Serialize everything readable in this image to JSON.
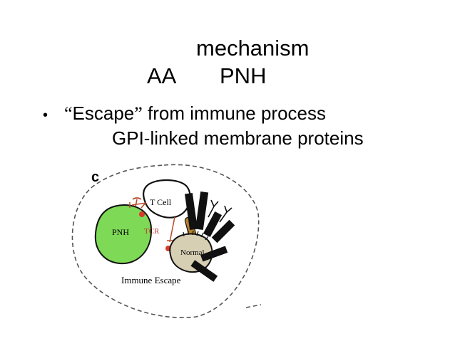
{
  "slide": {
    "title_line1": "mechanism",
    "title_line2_left": "AA",
    "title_line2_right": "PNH",
    "bullet_quote_open": "“",
    "bullet_word": "Escape",
    "bullet_quote_close": "”",
    "bullet_rest": " from immune process",
    "bullet_sub": "GPI-linked membrane proteins"
  },
  "figure": {
    "panel_label": "c",
    "t_cell_label": "T Cell",
    "pnh_label": "PNH",
    "tcr_label": "TCR",
    "normal_label": "Normal",
    "caption": "Immune Escape",
    "colors": {
      "pnh_fill": "#7ed957",
      "tcr_label": "#c0392b",
      "receptor_brown": "#b5812a",
      "red_dot": "#d63b2a"
    }
  }
}
